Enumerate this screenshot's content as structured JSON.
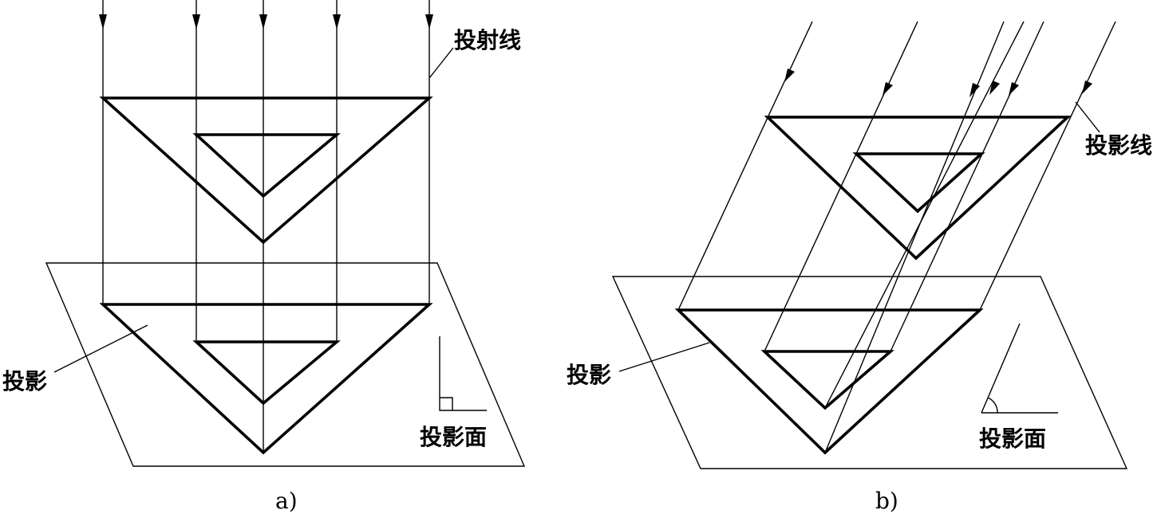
{
  "panel_a": {
    "caption": "a)",
    "label_rays": "投射线",
    "label_projection": "投影",
    "label_plane": "投影面"
  },
  "panel_b": {
    "caption": "b)",
    "label_rays": "投影线",
    "label_projection": "投影",
    "label_plane": "投影面"
  },
  "colors": {
    "line": "#000000",
    "background": "#ffffff"
  }
}
